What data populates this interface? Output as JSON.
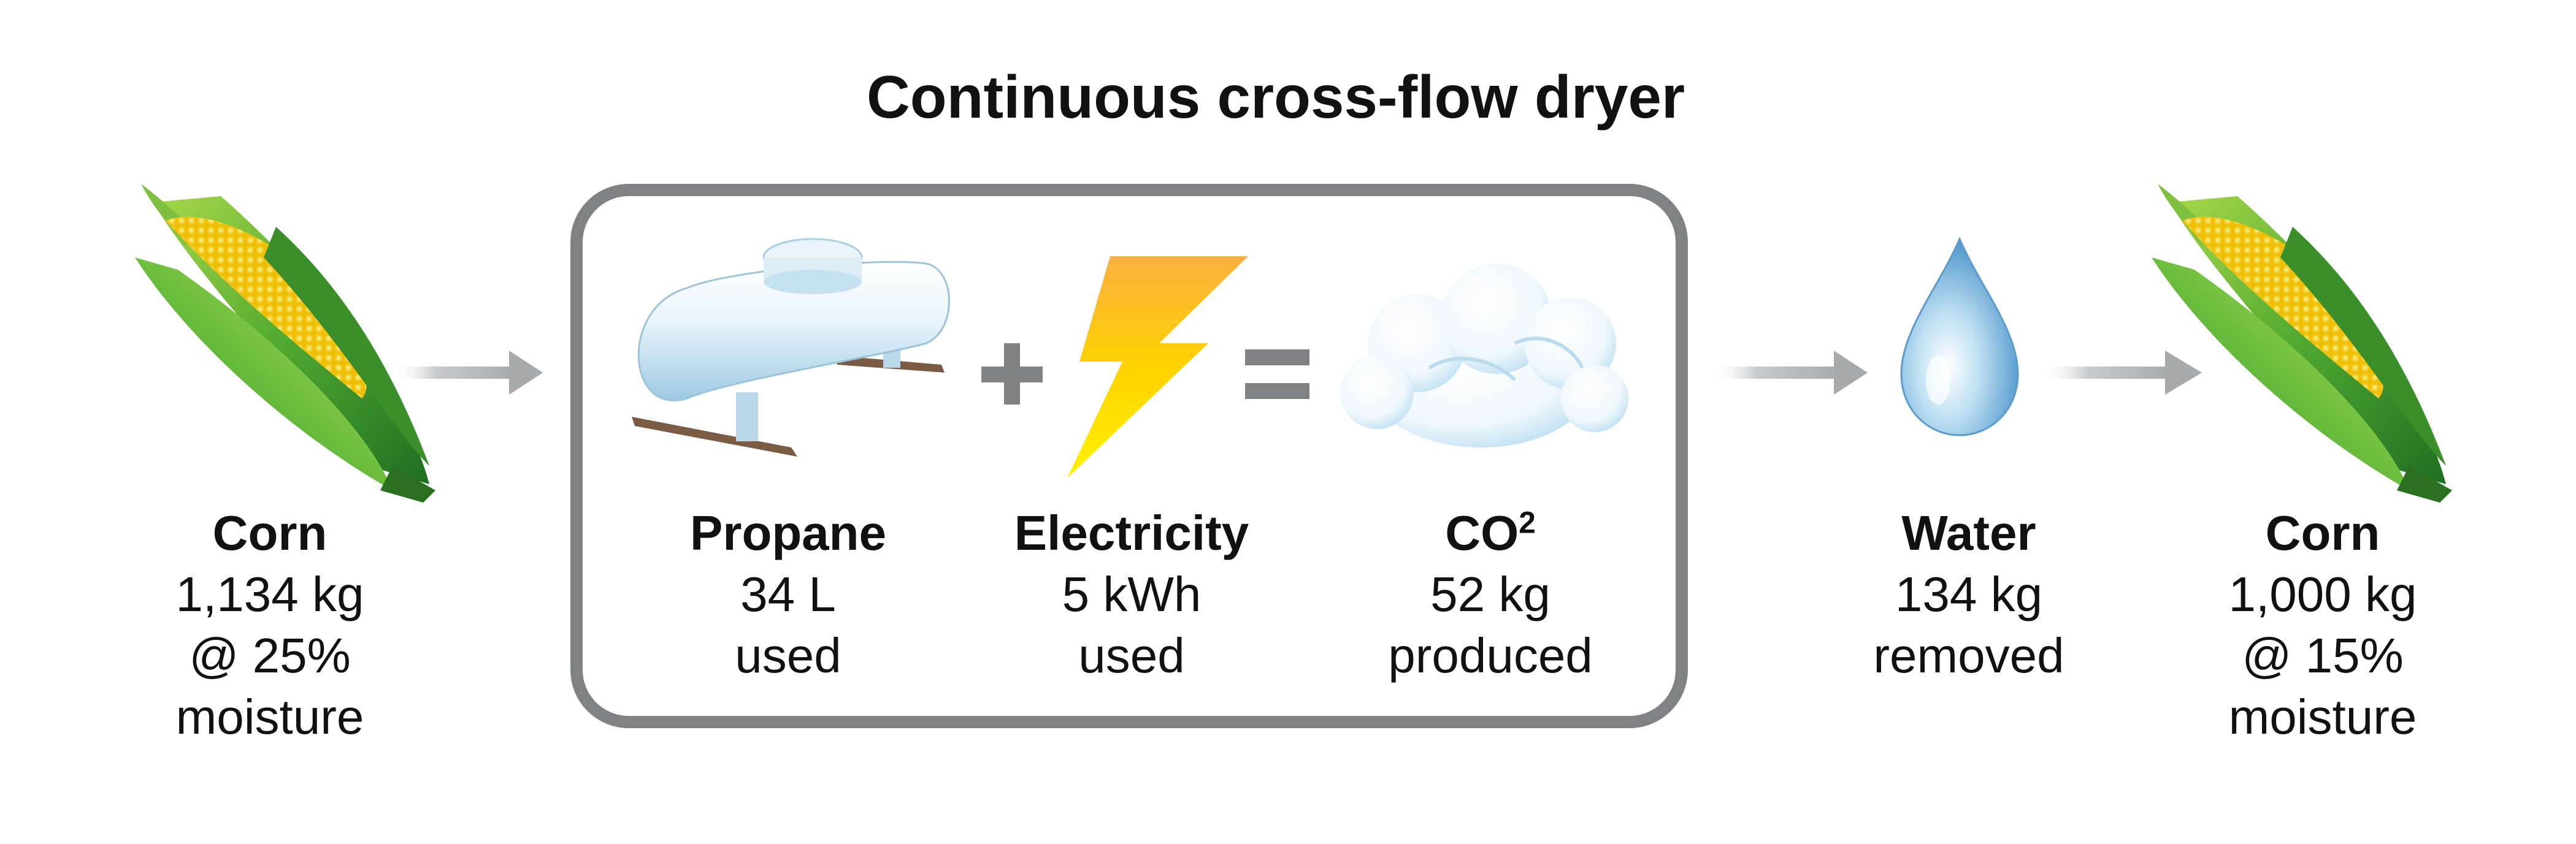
{
  "diagram": {
    "title": "Continuous cross-flow dryer",
    "nodes": [
      {
        "id": "corn_in",
        "name": "Corn",
        "lines": [
          "1,134 kg",
          "@ 25%",
          "moisture"
        ],
        "icon": "corn-icon"
      },
      {
        "id": "propane",
        "name": "Propane",
        "lines": [
          "34 L",
          "used"
        ],
        "icon": "propane-tank-icon"
      },
      {
        "id": "electricity",
        "name": "Electricity",
        "lines": [
          "5 kWh",
          "used"
        ],
        "icon": "lightning-bolt-icon"
      },
      {
        "id": "co2",
        "name": "CO",
        "name_sup": "2",
        "lines": [
          "52 kg",
          "produced"
        ],
        "icon": "cloud-icon"
      },
      {
        "id": "water",
        "name": "Water",
        "lines": [
          "134 kg",
          "removed"
        ],
        "icon": "water-drop-icon"
      },
      {
        "id": "corn_out",
        "name": "Corn",
        "lines": [
          "1,000 kg",
          "@ 15%",
          "moisture"
        ],
        "icon": "corn-icon"
      }
    ],
    "operators": [
      "+",
      "="
    ],
    "colors": {
      "arrow": "#b3b5b8",
      "box_border": "#808184",
      "bolt": "#fcd116",
      "husk": "#4ea82f",
      "kernel": "#f4d312"
    }
  }
}
